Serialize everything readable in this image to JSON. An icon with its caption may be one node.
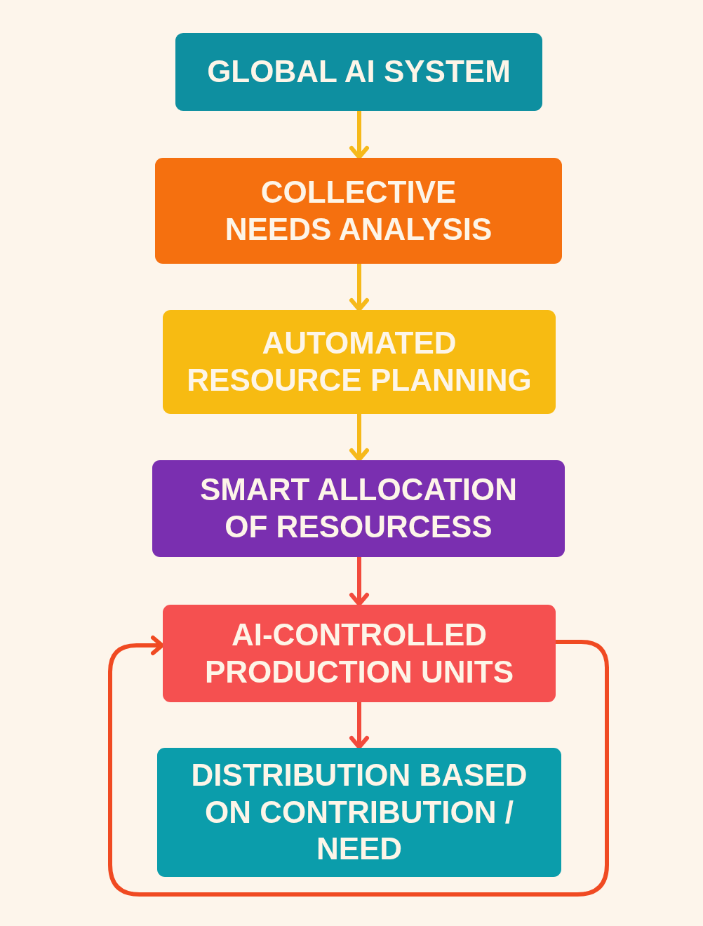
{
  "diagram": {
    "nodes": [
      {
        "text": [
          "GLOBAL AI SYSTEM"
        ]
      },
      {
        "text": [
          "COLLECTIVE NEEDS ANALYSIS"
        ]
      },
      {
        "text": [
          "AUTOMATED RESOURCE PLANNING"
        ]
      },
      {
        "text": [
          "SMART ALLOCATION OF RESOURCESS"
        ]
      },
      {
        "text": [
          "AI-CONTROLLED PRODUCTION UNITS"
        ]
      },
      {
        "text": [
          "DISTRIBUTION BASED ON CONTRIBUTION / NEED"
        ]
      }
    ],
    "edges": [
      {
        "from": 0,
        "to": 1,
        "arrow": "to",
        "color": "#f6b91a"
      },
      {
        "from": 1,
        "to": 2,
        "arrow": "to",
        "color": "#f6b91a"
      },
      {
        "from": 2,
        "to": 3,
        "arrow": "to",
        "color": "#f6b91a"
      },
      {
        "from": 3,
        "to": 4,
        "arrow": "to",
        "color": "#f24a3c"
      },
      {
        "from": 4,
        "to": 5,
        "arrow": "to",
        "color": "#f24a3c"
      },
      {
        "from": 4,
        "to": 4,
        "arrow": "to",
        "color": "#f04a22"
      }
    ]
  }
}
